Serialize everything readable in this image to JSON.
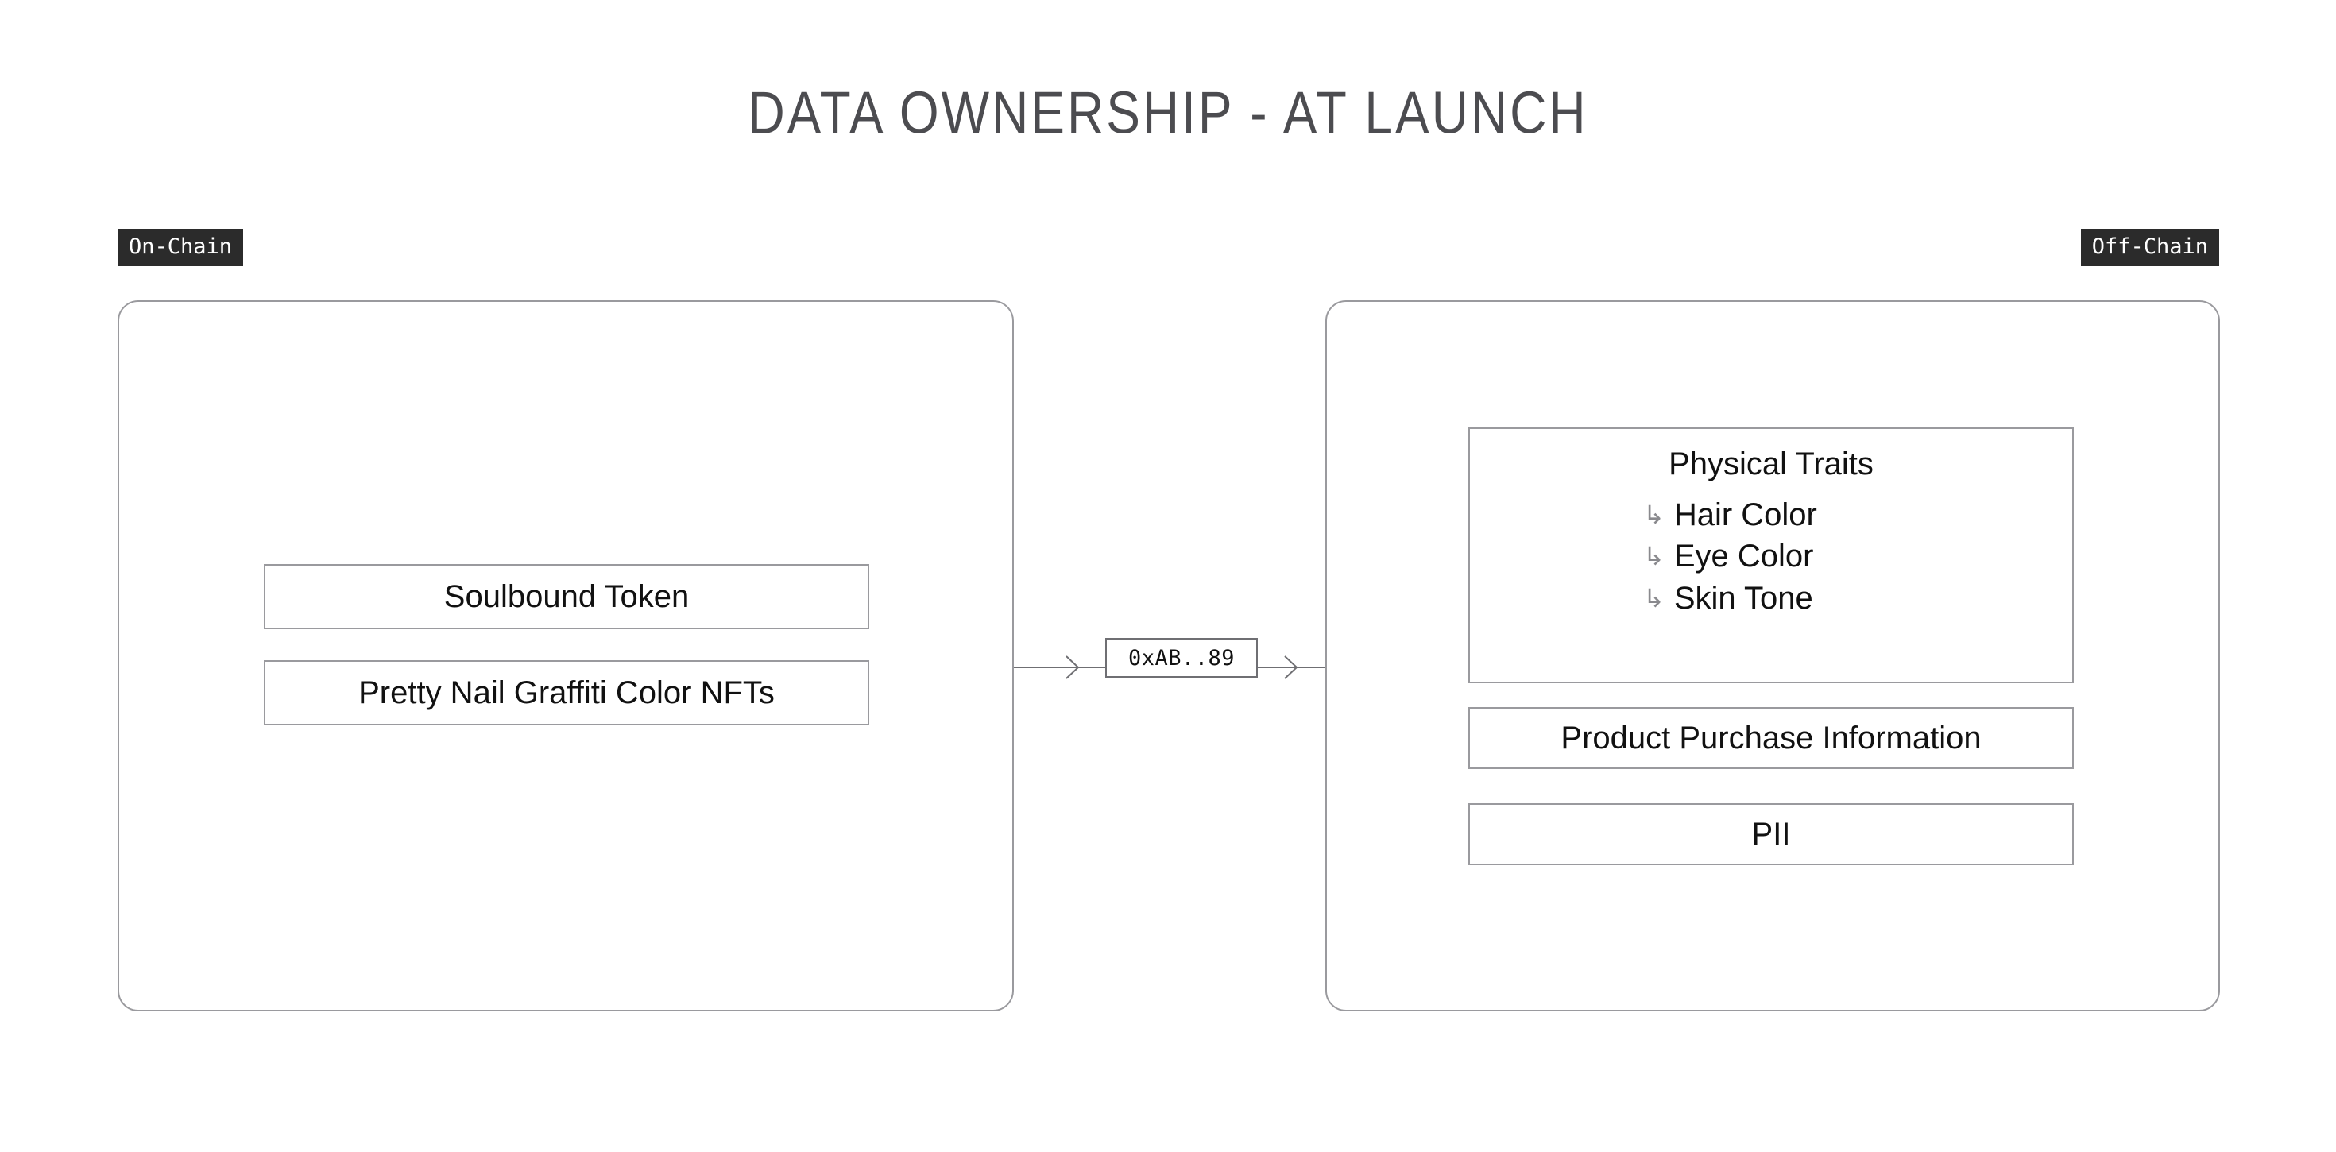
{
  "title": "DATA OWNERSHIP - AT LAUNCH",
  "zones": {
    "left": {
      "badge": "On-Chain",
      "items": [
        {
          "label": "Soulbound Token"
        },
        {
          "label": "Pretty Nail Graffiti Color NFTs"
        }
      ]
    },
    "right": {
      "badge": "Off-Chain",
      "physical_traits": {
        "heading": "Physical Traits",
        "arrow_glyph": "↳",
        "items": [
          {
            "label": "Hair Color"
          },
          {
            "label": "Eye Color"
          },
          {
            "label": "Skin Tone"
          }
        ]
      },
      "items": [
        {
          "label": "Product Purchase Information"
        },
        {
          "label": "PII"
        }
      ]
    }
  },
  "connector": {
    "label": "0xAB..89",
    "direction": "left-to-right"
  },
  "colors": {
    "background": "#ffffff",
    "title_text": "#4c4c50",
    "badge_background": "#2b2b2b",
    "badge_text": "#ffffff",
    "border": "#9a9a9e",
    "body_text": "#111111",
    "arrow_glyph": "#8a8a8e"
  }
}
